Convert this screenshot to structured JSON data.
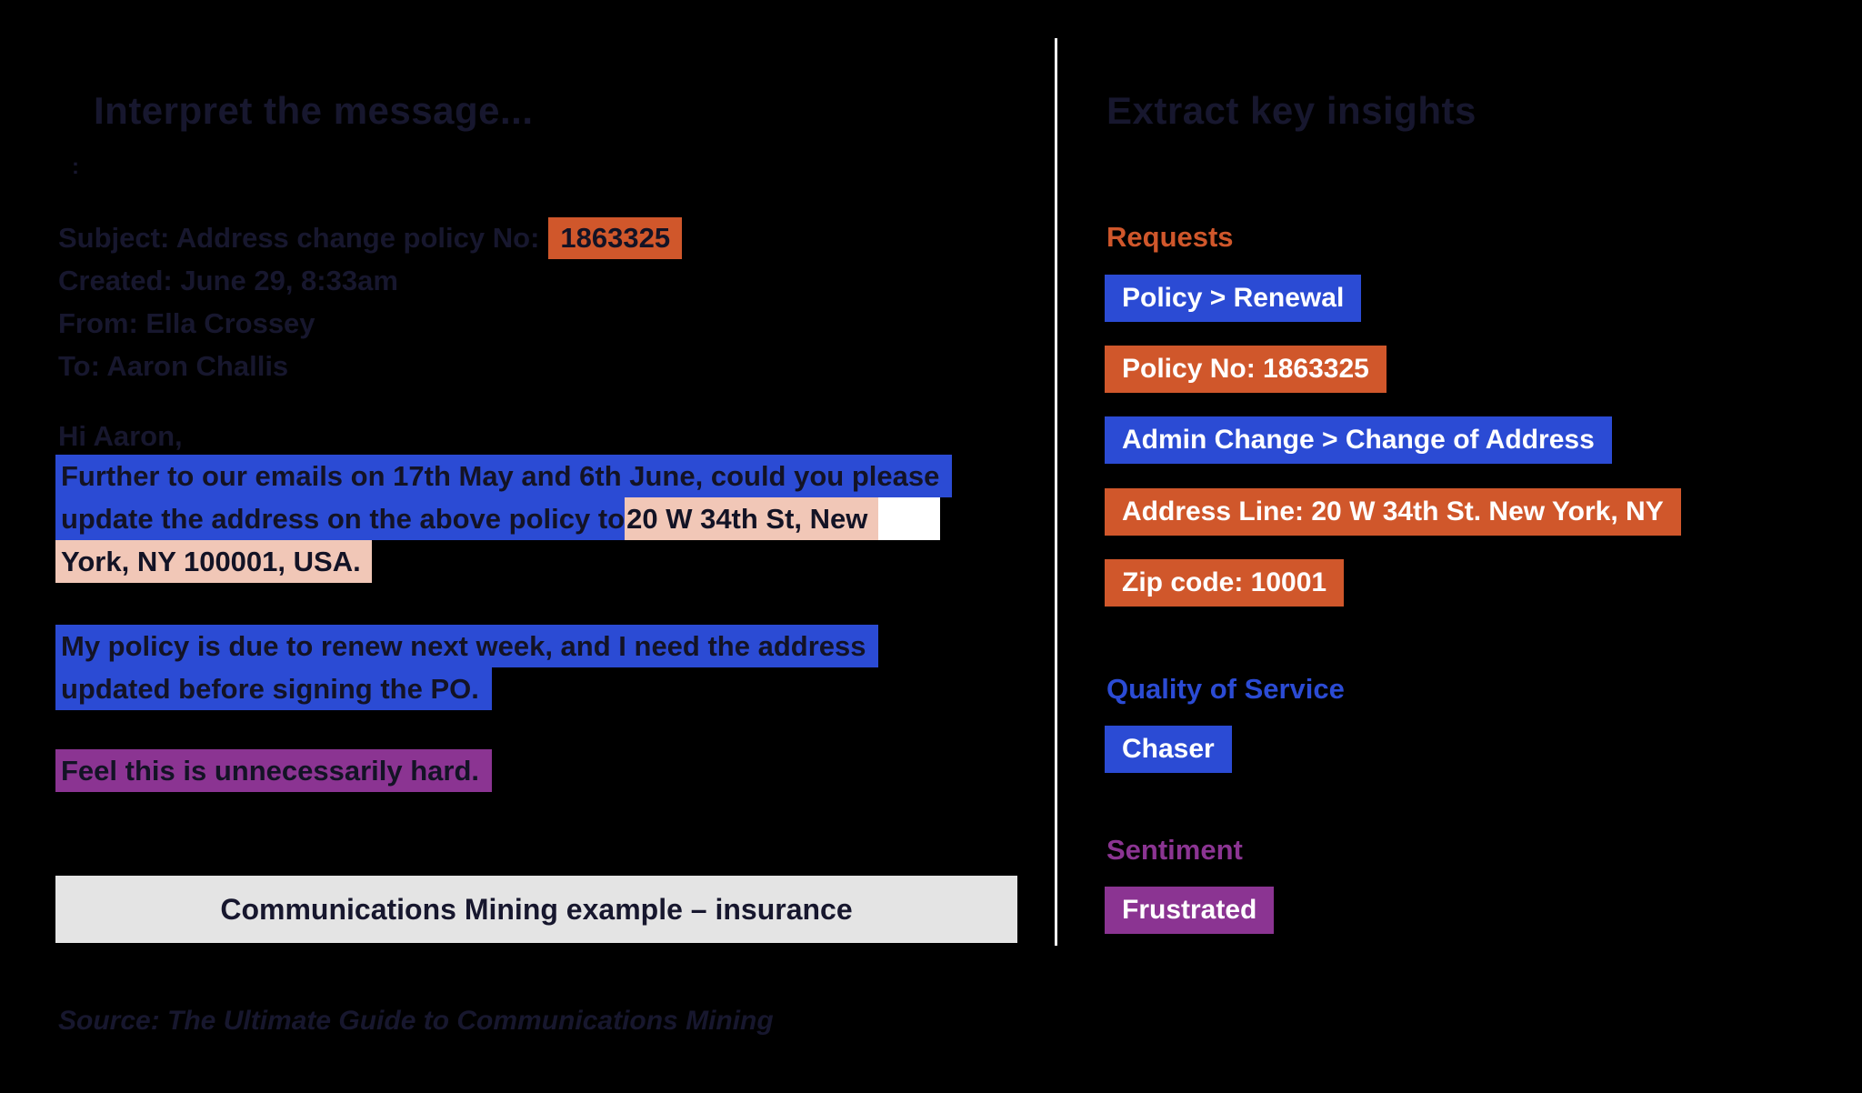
{
  "colors": {
    "background": "#000000",
    "ink_text": "#17172e",
    "blue": "#2b4bd4",
    "orange": "#d0572b",
    "purple": "#8b3492",
    "pink_highlight": "#f1c7b7",
    "caption_background": "#e4e4e4",
    "divider": "#ffffff",
    "tag_text": "#ffffff"
  },
  "left": {
    "title": "Interpret the message...",
    "stray_mark": ":",
    "email": {
      "subject_prefix": "Subject: Address change policy No:",
      "policy_no": "1863325",
      "created": "Created: June 29, 8:33am",
      "from": "From: Ella Crossey",
      "to": "To: Aaron Challis",
      "greeting": "Hi Aaron,",
      "p1_line1": "Further to our emails on 17th May and 6th June, could you please",
      "p1_line2_blue": "update the address on the above policy to ",
      "p1_line2_pink": "20 W 34th St, New",
      "p1_line3_pink": "York, NY 100001, USA.",
      "p2_line1": "My policy is due to renew next week, and I need the address",
      "p2_line2": "updated before signing the PO.",
      "p3_line1": "Feel this is unnecessarily hard."
    },
    "caption": "Communications Mining example – insurance",
    "source": "Source: The Ultimate Guide to Communications Mining"
  },
  "right": {
    "title": "Extract key insights",
    "requests": {
      "label": "Requests",
      "tags": [
        {
          "text": "Policy > Renewal",
          "color": "blue"
        },
        {
          "text": "Policy No: 1863325",
          "color": "orange"
        },
        {
          "text": "Admin Change > Change of Address",
          "color": "blue"
        },
        {
          "text": "Address Line: 20 W 34th St. New York, NY",
          "color": "orange"
        },
        {
          "text": "Zip code: 10001",
          "color": "orange"
        }
      ]
    },
    "quality_of_service": {
      "label": "Quality of Service",
      "tags": [
        {
          "text": "Chaser",
          "color": "blue"
        }
      ]
    },
    "sentiment": {
      "label": "Sentiment",
      "tags": [
        {
          "text": "Frustrated",
          "color": "purple"
        }
      ]
    }
  }
}
